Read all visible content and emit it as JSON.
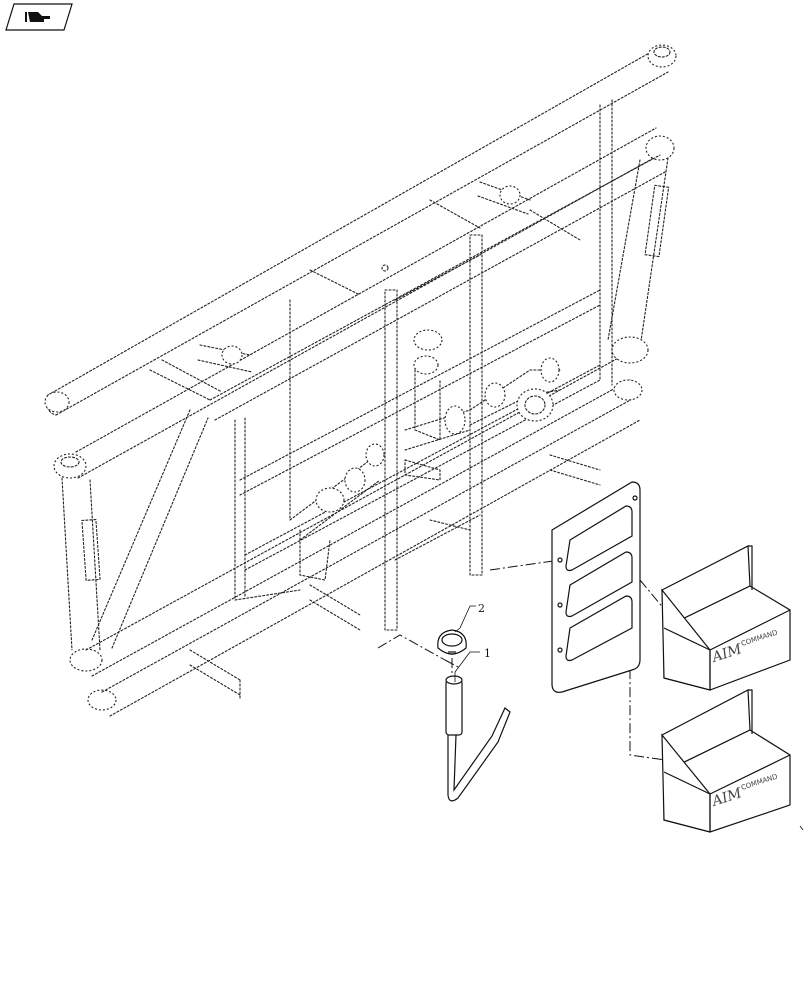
{
  "diagram": {
    "callouts": [
      {
        "number": "2"
      },
      {
        "number": "1"
      }
    ],
    "box_branding": {
      "upper": {
        "logo": "AIM",
        "sub": "COMMAND"
      },
      "lower": {
        "logo": "AIM",
        "sub": "COMMAND"
      }
    },
    "icons": {
      "corner_icon": "hand-pointing-icon"
    }
  }
}
